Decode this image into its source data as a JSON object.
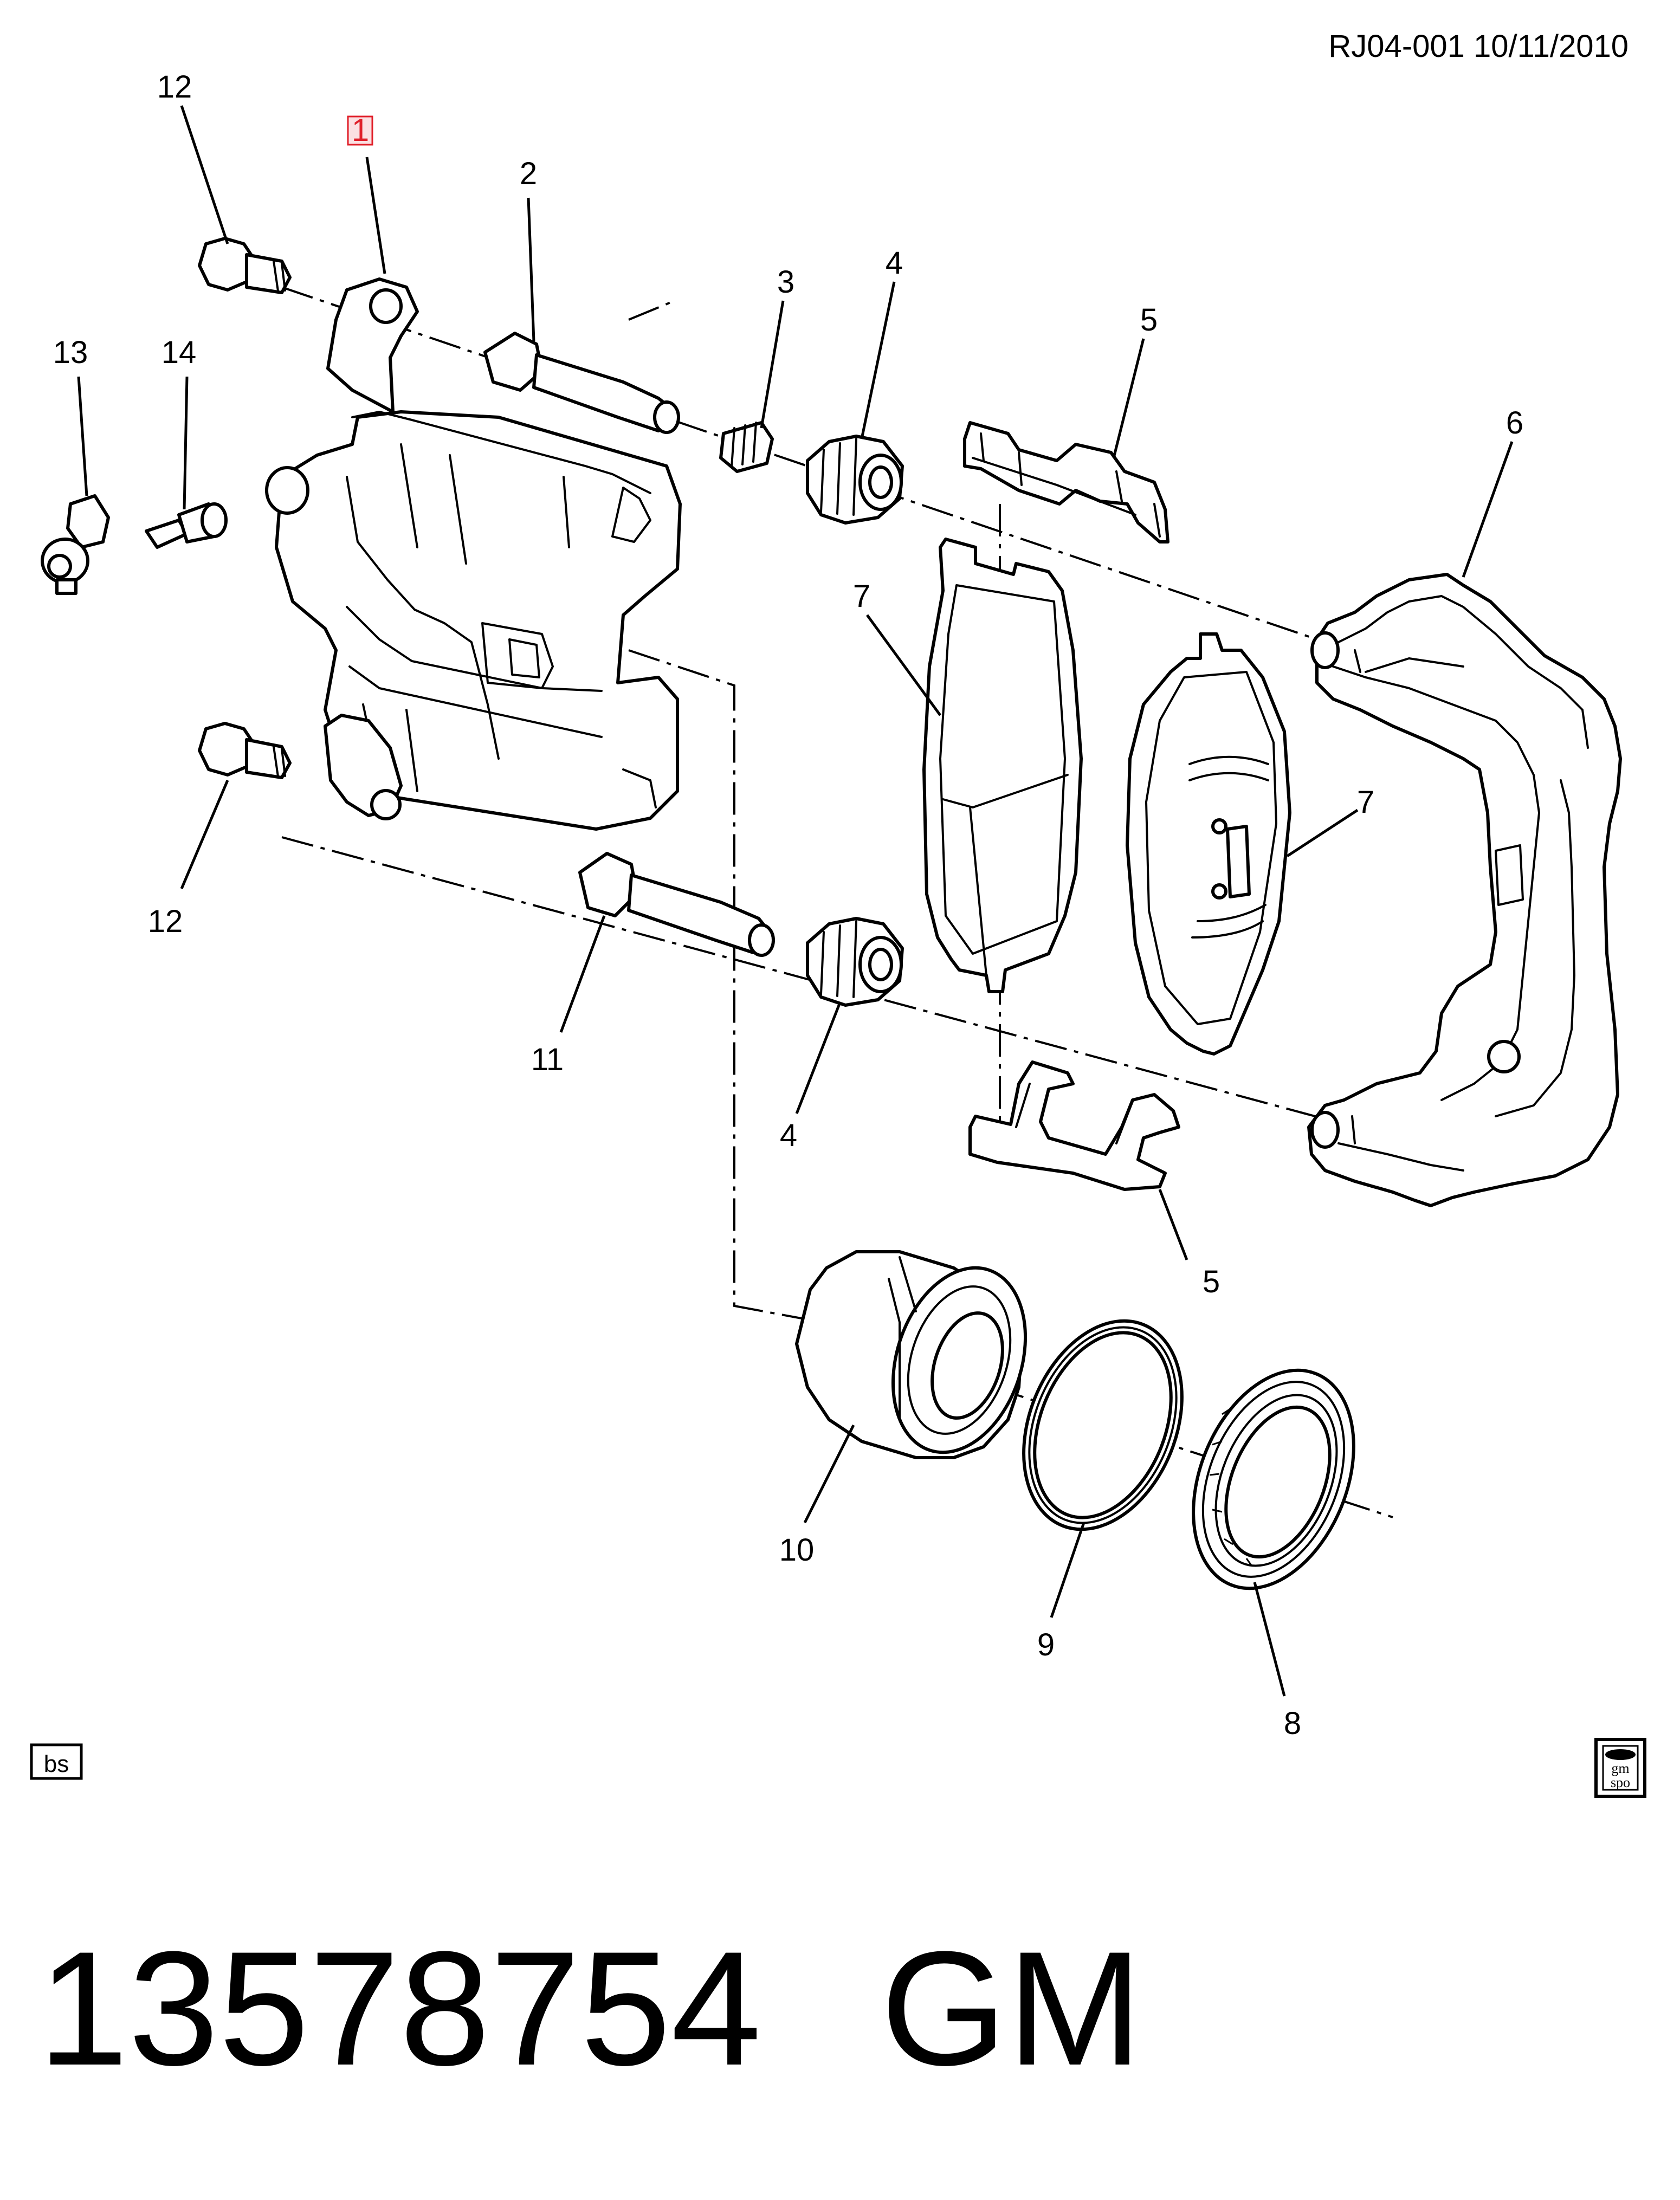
{
  "header": {
    "ref": "RJ04-001  10/11/2010"
  },
  "callouts": {
    "c1": "1",
    "c2": "2",
    "c3": "3",
    "c4a": "4",
    "c4b": "4",
    "c5a": "5",
    "c5b": "5",
    "c6": "6",
    "c7a": "7",
    "c7b": "7",
    "c8": "8",
    "c9": "9",
    "c10": "10",
    "c11": "11",
    "c12a": "12",
    "c12b": "12",
    "c13": "13",
    "c14": "14"
  },
  "badges": {
    "bs": "bs",
    "gm": "gm",
    "spo": "spo"
  },
  "footer": {
    "part_number": "13578754",
    "brand": "GM"
  },
  "colors": {
    "highlight": "#e0202a",
    "highlight_fill": "#fbe0e2",
    "ink": "#000000"
  }
}
